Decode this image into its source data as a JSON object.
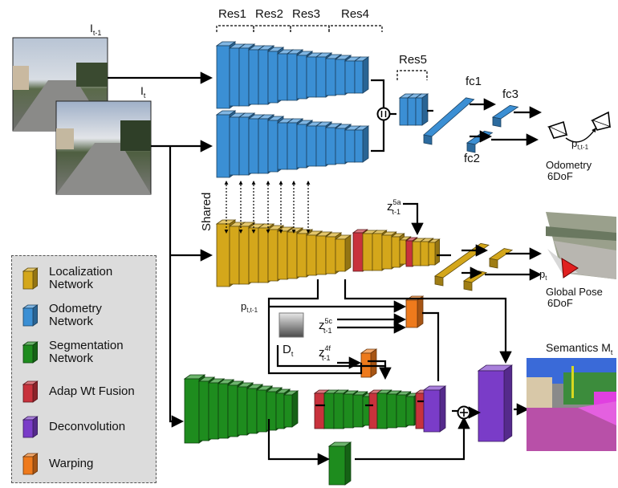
{
  "frames": {
    "prev": {
      "label": "I",
      "sub": "t-1"
    },
    "cur": {
      "label": "I",
      "sub": "t"
    }
  },
  "res_labels": [
    "Res1",
    "Res2",
    "Res3",
    "Res4",
    "Res5"
  ],
  "fc_labels": [
    "fc1",
    "fc3",
    "fc2"
  ],
  "shared_label": "Shared",
  "pose_symbol": {
    "main": "p",
    "sub": "t,t-1"
  },
  "odometry_label": [
    "Odometry",
    "6DoF"
  ],
  "z5a": {
    "main": "z",
    "sup": "5a",
    "sub": "t-1"
  },
  "z5c": {
    "main": "z",
    "sup": "5c",
    "sub": "t-1"
  },
  "z4f": {
    "main": "z",
    "sup": "4f",
    "sub": "t-1"
  },
  "depth": {
    "main": "D",
    "sub": "t"
  },
  "pt": {
    "main": "p",
    "sub": "t"
  },
  "global_pose_label": [
    "Global Pose",
    "6DoF"
  ],
  "semantics": {
    "main": "Semantics  M",
    "sub": "t"
  },
  "colors": {
    "localization": "#d4a71b",
    "odometry": "#3b8fd4",
    "segmentation": "#1e8c1e",
    "fusion": "#c8323c",
    "deconvolution": "#7a3cc8",
    "warping": "#ee7a1c"
  },
  "legend": [
    {
      "label": "Localization\nNetwork",
      "color": "#d4a71b"
    },
    {
      "label": "Odometry\nNetwork",
      "color": "#3b8fd4"
    },
    {
      "label": "Segmentation\nNetwork",
      "color": "#1e8c1e"
    },
    {
      "label": "Adap Wt Fusion",
      "color": "#c8323c"
    },
    {
      "label": "Deconvolution",
      "color": "#7a3cc8"
    },
    {
      "label": "Warping",
      "color": "#ee7a1c"
    }
  ]
}
